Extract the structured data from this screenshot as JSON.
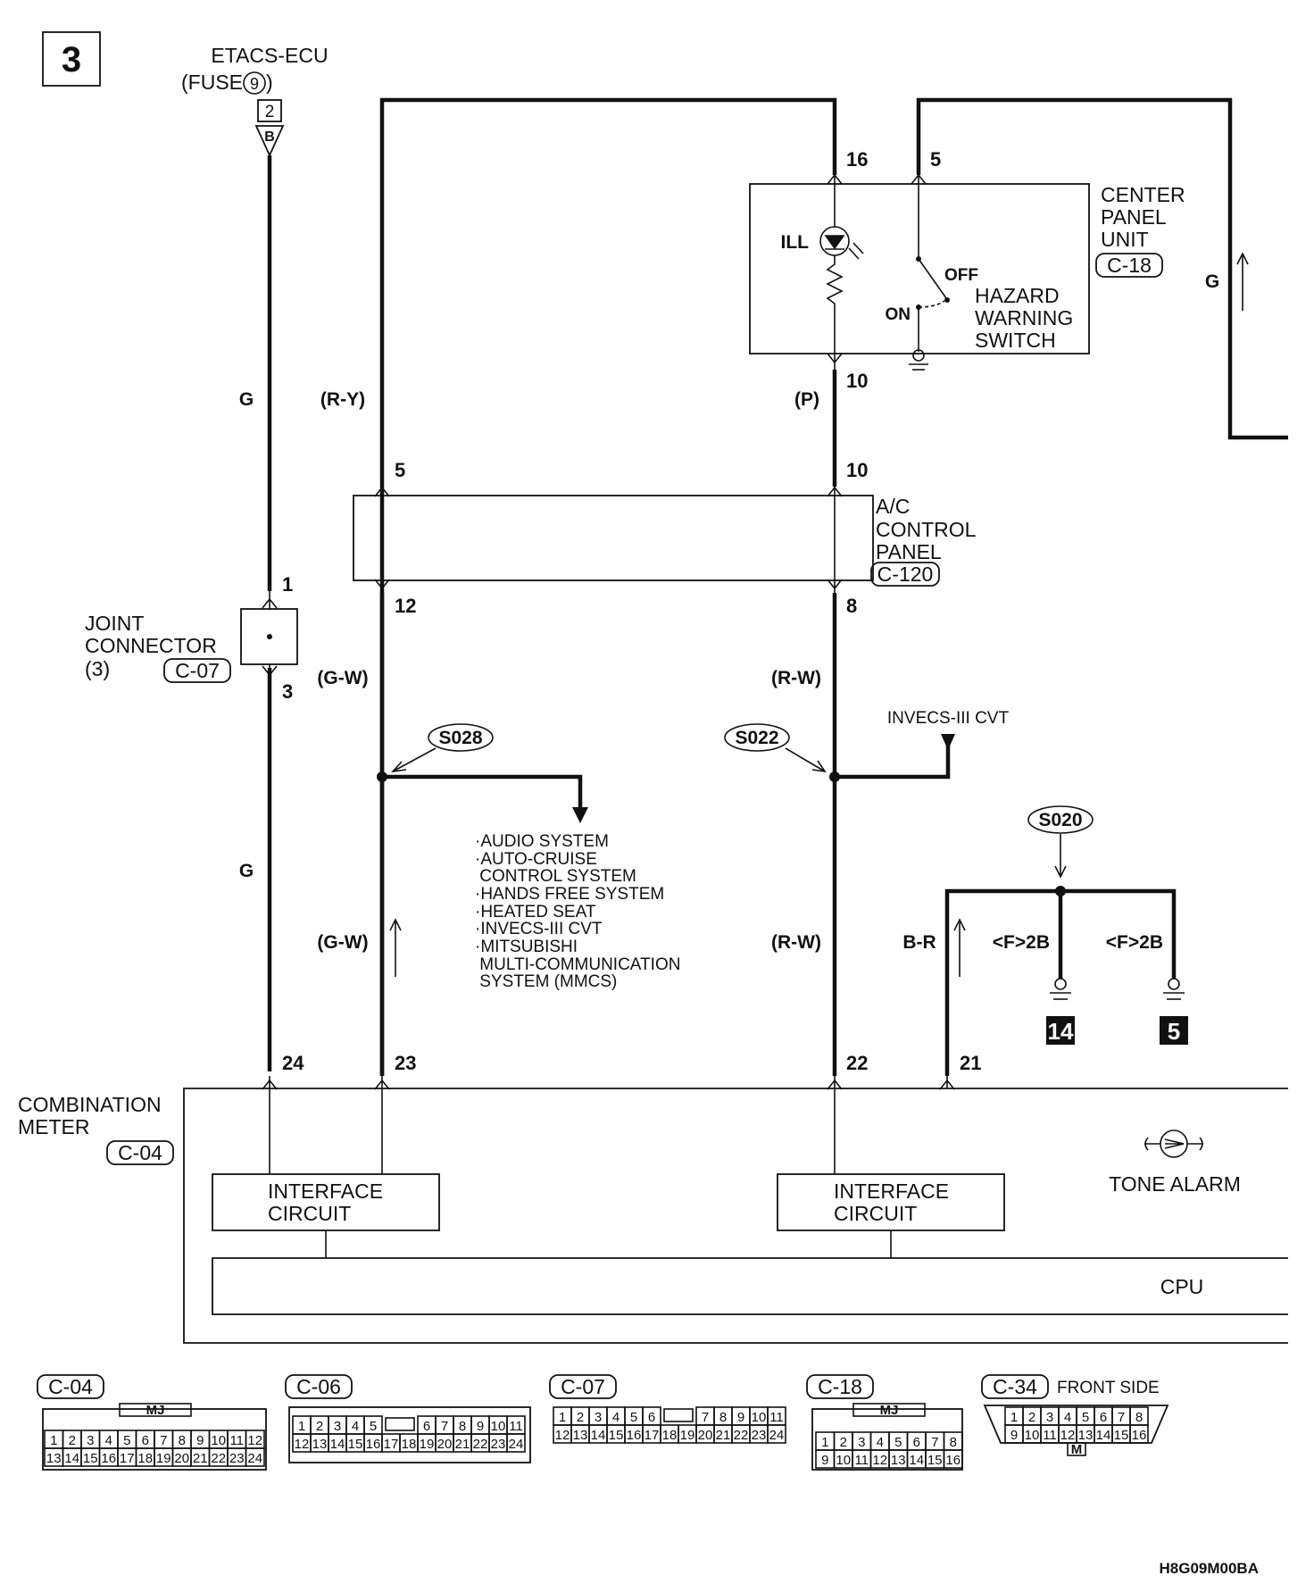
{
  "page": {
    "number": "3",
    "figure_code": "H8G09M00BA"
  },
  "etacs": {
    "line1": "ETACS-ECU",
    "fuse_prefix": "(FUSE",
    "fuse_num": "9",
    "fuse_suffix": ")",
    "pin": "2",
    "connector": "B"
  },
  "center_panel": {
    "title": [
      "CENTER",
      "PANEL",
      "UNIT"
    ],
    "connector": "C-18",
    "pin_top_left": "16",
    "pin_top_right": "5",
    "pin_bottom": "10",
    "ill": "ILL",
    "off": "OFF",
    "on": "ON",
    "switch": [
      "HAZARD",
      "WARNING",
      "SWITCH"
    ]
  },
  "ac_panel": {
    "title": [
      "A/C",
      "CONTROL",
      "PANEL"
    ],
    "connector": "C-120",
    "pin_top_left": "5",
    "pin_top_right": "10",
    "pin_bottom_left": "12",
    "pin_bottom_right": "8"
  },
  "joint": {
    "title": [
      "JOINT",
      "CONNECTOR",
      "(3)"
    ],
    "connector": "C-07",
    "pin_top": "1",
    "pin_bottom": "3"
  },
  "wires": {
    "g_left_upper": "G",
    "ry": "(R-Y)",
    "p": "(P)",
    "g_right": "G",
    "gw_upper": "(G-W)",
    "rw_upper": "(R-W)",
    "g_left_lower": "G",
    "gw_lower": "(G-W)",
    "rw_lower": "(R-W)",
    "br": "B-R",
    "f2b_left": "<F>2B",
    "f2b_right": "<F>2B"
  },
  "splices": {
    "s028": "S028",
    "s022": "S022",
    "s020": "S020"
  },
  "invecs_label": "INVECS-III CVT",
  "destinations": [
    "·AUDIO SYSTEM",
    "·AUTO-CRUISE",
    " CONTROL SYSTEM",
    "·HANDS FREE SYSTEM",
    "·HEATED SEAT",
    "·INVECS-III CVT",
    "·MITSUBISHI",
    " MULTI-COMMUNICATION",
    " SYSTEM (MMCS)"
  ],
  "grounds": {
    "left": "14",
    "right": "5"
  },
  "meter": {
    "title": [
      "COMBINATION",
      "METER"
    ],
    "connector": "C-04",
    "pins": [
      "24",
      "23",
      "22",
      "21"
    ],
    "interface_left": [
      "INTERFACE",
      "CIRCUIT"
    ],
    "interface_right": [
      "INTERFACE",
      "CIRCUIT"
    ],
    "tone_alarm": "TONE ALARM",
    "cpu": "CPU"
  },
  "connectors": {
    "c04": {
      "label": "C-04",
      "tag": "MJ",
      "row1": [
        "1",
        "2",
        "3",
        "4",
        "5",
        "6",
        "7",
        "8",
        "9",
        "10",
        "11",
        "12"
      ],
      "row2": [
        "13",
        "14",
        "15",
        "16",
        "17",
        "18",
        "19",
        "20",
        "21",
        "22",
        "23",
        "24"
      ]
    },
    "c06": {
      "label": "C-06",
      "row1": [
        "1",
        "2",
        "3",
        "4",
        "5",
        "6",
        "7",
        "8",
        "9",
        "10",
        "11"
      ],
      "row2": [
        "12",
        "13",
        "14",
        "15",
        "16",
        "17",
        "18",
        "19",
        "20",
        "21",
        "22",
        "23",
        "24"
      ]
    },
    "c07": {
      "label": "C-07",
      "row1": [
        "1",
        "2",
        "3",
        "4",
        "5",
        "6",
        "7",
        "8",
        "9",
        "10",
        "11"
      ],
      "row2": [
        "12",
        "13",
        "14",
        "15",
        "16",
        "17",
        "18",
        "19",
        "20",
        "21",
        "22",
        "23",
        "24"
      ]
    },
    "c18": {
      "label": "C-18",
      "tag": "MJ",
      "row1": [
        "1",
        "2",
        "3",
        "4",
        "5",
        "6",
        "7",
        "8"
      ],
      "row2": [
        "9",
        "10",
        "11",
        "12",
        "13",
        "14",
        "15",
        "16"
      ]
    },
    "c34": {
      "label": "C-34",
      "side": "FRONT SIDE",
      "tag": "M",
      "row1": [
        "1",
        "2",
        "3",
        "4",
        "5",
        "6",
        "7",
        "8"
      ],
      "row2": [
        "9",
        "10",
        "11",
        "12",
        "13",
        "14",
        "15",
        "16"
      ]
    }
  }
}
